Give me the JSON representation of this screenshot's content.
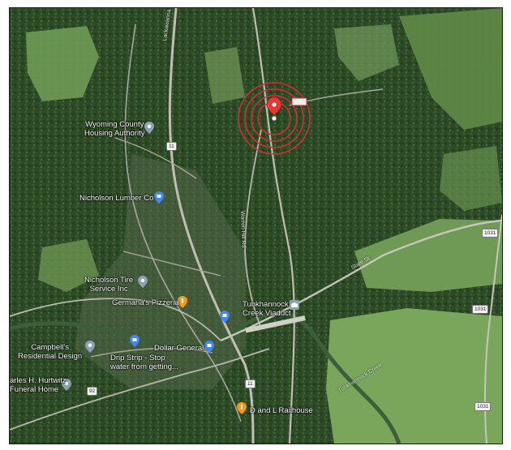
{
  "places": {
    "wyoming_housing_line1": "Wyoming County",
    "wyoming_housing_line2": "Housing Authority",
    "nicholson_lumber": "Nicholson Lumber Co",
    "nicholson_tire_line1": "Nicholson Tire",
    "nicholson_tire_line2": "Service Inc",
    "germanas_pizzeria": "Germana's Pizzeria",
    "tunkhannock_viaduct_line1": "Tunkhannock",
    "tunkhannock_viaduct_line2": "Creek Viaduct",
    "campbells_line1": "Campbell's",
    "campbells_line2": "Residential Design",
    "drip_strip_line1": "Drip Strip - Stop",
    "drip_strip_line2": "water from getting...",
    "dollar_general": "Dollar General",
    "hurtwitz_line1": "arles H. Hurtwitz",
    "hurtwitz_line2": "Funeral Home",
    "d_and_l_railhouse": "D and L Railhouse"
  },
  "roads": {
    "lackawanna_trail": "Lackawanna Tr",
    "tunkhannock_creek": "Tunkhannock Creek",
    "state_st": "State St",
    "warren_hill_rd": "Warren Hill Rd",
    "pa_route": "11",
    "route_1031_a": "1031",
    "route_1031_b": "1031",
    "route_1031_c": "1031",
    "route_92": "92"
  },
  "colors": {
    "forest_dark": "#2d4a26",
    "field_green": "#6f9a55",
    "road_gray": "#bfbfb3",
    "target_ring": "#d22d3a",
    "pin_red": "#e53935",
    "poi_gray": "#8fa2b5",
    "poi_blue": "#4285f4",
    "poi_orange": "#f29b1a"
  },
  "target": {
    "ring_count": 4,
    "pin_icon": "location-pin-icon"
  }
}
